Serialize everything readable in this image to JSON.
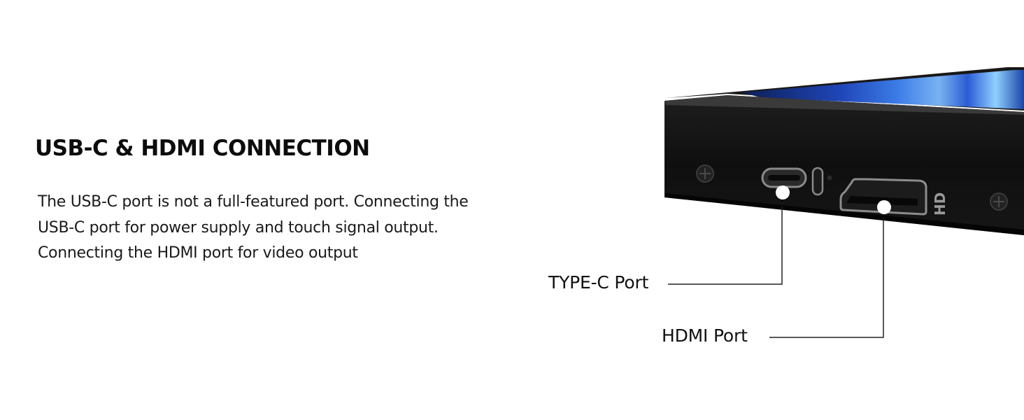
{
  "heading": "USB-C & HDMI CONNECTION",
  "description": "The USB-C port is not a full-featured port. Connecting the USB-C port for power supply and touch signal output. Connecting the HDMI port for video output",
  "callouts": {
    "typec": "TYPE-C Port",
    "hdmi": "HDMI Port"
  },
  "device": {
    "port_engraving": "HD"
  },
  "colors": {
    "background": "#ffffff",
    "device_body": "#111111",
    "screen_accent": "#2d5fd6",
    "callout_dot": "#ffffff",
    "leader_line": "#222222"
  }
}
